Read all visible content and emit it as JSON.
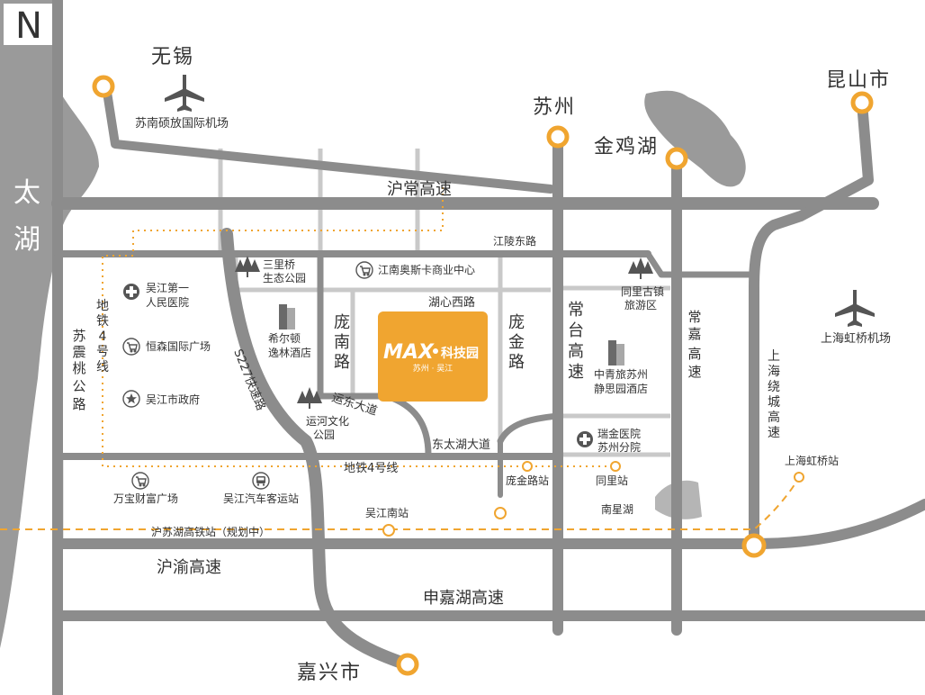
{
  "compass": "N",
  "lake_taihu": [
    "太",
    "湖"
  ],
  "cities": {
    "wuxi": "无锡",
    "suzhou": "苏州",
    "jinjihu": "金鸡湖",
    "kunshan": "昆山市",
    "jiaxing": "嘉兴市"
  },
  "airports": {
    "sunan": "苏南硕放国际机场",
    "hongqiao": "上海虹桥机场"
  },
  "roads": {
    "huchang": "沪常高速",
    "jiangling": "江陵东路",
    "huxin": "湖心西路",
    "pangnan": [
      "庞",
      "南",
      "路"
    ],
    "pangjin": [
      "庞",
      "金",
      "路"
    ],
    "changtai": [
      "常",
      "台",
      "高",
      "速"
    ],
    "changjia": [
      "常",
      "嘉",
      "高",
      "速"
    ],
    "shanghai_ring": [
      "上",
      "海",
      "绕",
      "城",
      "高",
      "速"
    ],
    "suzhen": [
      "苏",
      "震",
      "桃",
      "公",
      "路"
    ],
    "s227": "S227快速路",
    "yundong": "运东大道",
    "dongtaihu": "东太湖大道",
    "huyu": "沪渝高速",
    "shenjiahu": "申嘉湖高速"
  },
  "metro": {
    "line4_vertical": [
      "地",
      "铁",
      "4",
      "号",
      "线"
    ],
    "line4_horizontal": "地铁4号线",
    "pangjinlu_station": "庞金路站",
    "tongli_station": "同里站",
    "wujiangnan_station": "吴江南站",
    "hongqiao_station": "上海虹桥站",
    "hst_planned": "沪苏湖高铁站（规划中）"
  },
  "pois": {
    "sanliqiao": [
      "三里桥",
      "生态公园"
    ],
    "ansike": "江南奥斯卡商业中心",
    "hospital1": [
      "吴江第一",
      "人民医院"
    ],
    "hengsen": "恒森国际广场",
    "govt": "吴江市政府",
    "hilton": [
      "希尔顿",
      "逸林酒店"
    ],
    "canal_park": [
      "运河文化",
      "公园"
    ],
    "tongli_town": [
      "同里古镇",
      "旅游区"
    ],
    "zhongqing": [
      "中青旅苏州",
      "静思园酒店"
    ],
    "ruijin": [
      "瑞金医院",
      "苏州分院"
    ],
    "nanxinghu": "南星湖",
    "wanbao": "万宝财富广场",
    "bus_station": "吴江汽车客运站"
  },
  "project": {
    "logo": "MAX",
    "name": "科技园",
    "sub": "苏州 · 吴江"
  },
  "colors": {
    "road": "#8c8c8c",
    "road_light": "#c9c9c9",
    "water": "#9a9a9a",
    "accent": "#f0a530",
    "text": "#333333"
  },
  "icons": {
    "airport": "airplane-icon",
    "park": "tree-icon",
    "hotel": "building-icon",
    "hospital": "hospital-cross-icon",
    "mall": "shopping-cart-icon",
    "government": "star-icon",
    "bus": "bus-icon",
    "station": "station-circle-icon"
  }
}
